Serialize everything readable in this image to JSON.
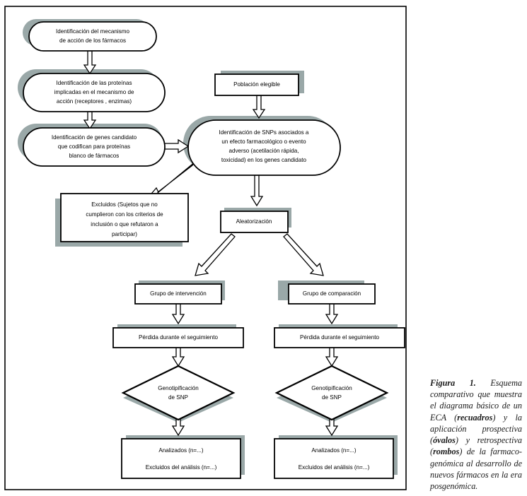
{
  "figure": {
    "caption": {
      "label": "Figura 1.",
      "text_parts": [
        {
          "text": " Esquema comparativo que muestra el diagrama básico de un ECA (",
          "bold": false
        },
        {
          "text": "recuadros",
          "bold": true
        },
        {
          "text": ") y la aplicación prospectiva (",
          "bold": false
        },
        {
          "text": "óvalos",
          "bold": true
        },
        {
          "text": ") y retrospectiva (",
          "bold": false
        },
        {
          "text": "rombos",
          "bold": true
        },
        {
          "text": ") de la farmaco-genómica al desarrollo de nuevos fármacos en la era posgenómica.",
          "bold": false
        }
      ],
      "full_text": "Figura 1. Esquema comparativo que muestra el diagrama básico de un ECA (recuadros) y la aplicación prospectiva (óvalos) y retrospectiva (rombos) de la farmaco-genómica al desarrollo de nuevos fármacos en la era posgenómica."
    },
    "colors": {
      "stroke": "#000000",
      "fill": "#ffffff",
      "shadow": "#9aa8a8",
      "frame": "#000000",
      "text": "#000000"
    },
    "nodes": {
      "mecanismo": {
        "shape": "oval",
        "lines": [
          "Identificación del mecanismo",
          "de acción de los fármacos"
        ]
      },
      "proteinas": {
        "shape": "oval",
        "lines": [
          "Identificación de las proteínas",
          "implicadas en el mecanismo de",
          "acción (receptores , enzimas)"
        ]
      },
      "genes_candidato": {
        "shape": "oval",
        "lines": [
          "Identificación de genes candidato",
          "que codifican para proteínas",
          "blanco de fármacos"
        ]
      },
      "poblacion_elegible": {
        "shape": "rect",
        "lines": [
          "Población  elegible"
        ]
      },
      "snps": {
        "shape": "oval",
        "lines": [
          "Identificación de SNPs asociados a",
          "un efecto farmacológico o evento",
          "adverso (acetilación rápida,",
          "toxicidad) en los genes candidato"
        ]
      },
      "excluidos": {
        "shape": "rect",
        "lines": [
          "Excluidos (Sujetos que no",
          "cumplieron con los criterios de",
          "inclusión o que refutaron a",
          "participar)"
        ]
      },
      "aleatorizacion": {
        "shape": "rect",
        "lines": [
          "Aleatorización"
        ]
      },
      "grupo_intervencion": {
        "shape": "rect",
        "lines": [
          "Grupo de intervención"
        ]
      },
      "grupo_comparacion": {
        "shape": "rect",
        "lines": [
          "Grupo de comparación"
        ]
      },
      "perdida_izq": {
        "shape": "rect",
        "lines": [
          "Pérdida durante el seguimiento"
        ]
      },
      "perdida_der": {
        "shape": "rect",
        "lines": [
          "Pérdida durante el seguimiento"
        ]
      },
      "genotipificacion_izq": {
        "shape": "diamond",
        "lines": [
          "Genotipificación",
          "de SNP"
        ]
      },
      "genotipificacion_der": {
        "shape": "diamond",
        "lines": [
          "Genotipificación",
          "de SNP"
        ]
      },
      "analizados_izq": {
        "shape": "rect",
        "lines": [
          "Analizados (n=...)",
          "Excluidos del análisis (n=...)"
        ]
      },
      "analizados_der": {
        "shape": "rect",
        "lines": [
          "Analizados (n=...)",
          "Excluidos del análisis (n=...)"
        ]
      }
    }
  }
}
